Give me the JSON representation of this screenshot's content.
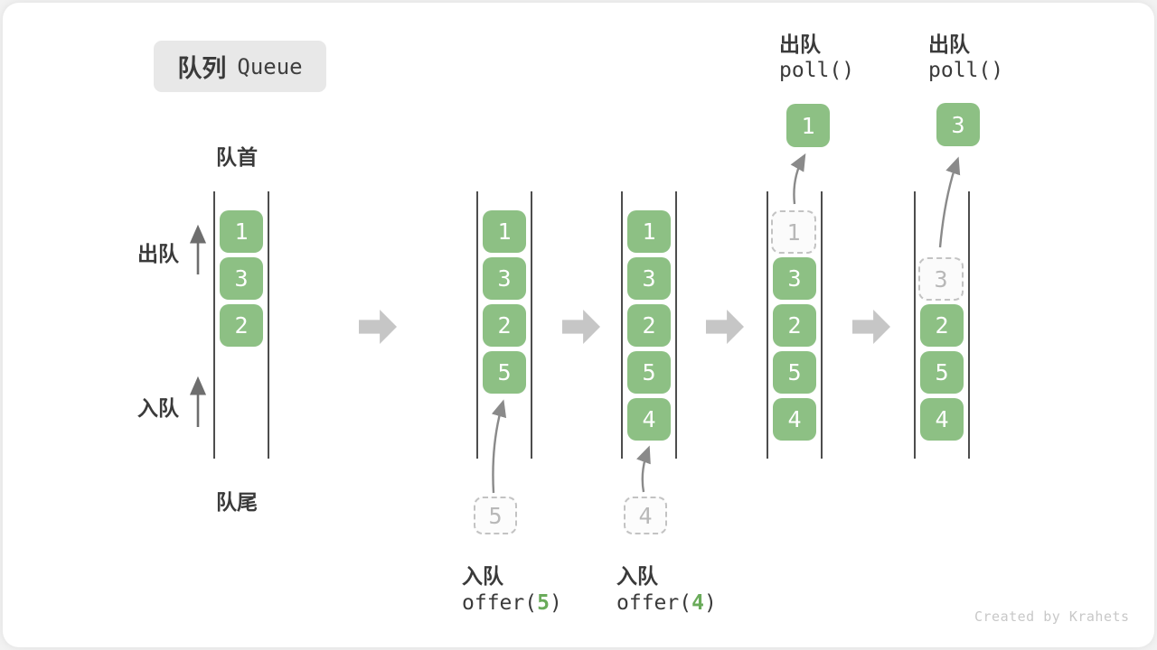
{
  "title": {
    "zh": "队列",
    "en": "Queue"
  },
  "side": {
    "front": "队首",
    "rear": "队尾",
    "dequeue": "出队",
    "enqueue": "入队"
  },
  "ops": {
    "enqueue5": {
      "zh": "入队",
      "code_prefix": "offer(",
      "arg": "5",
      "code_suffix": ")"
    },
    "enqueue4": {
      "zh": "入队",
      "code_prefix": "offer(",
      "arg": "4",
      "code_suffix": ")"
    },
    "poll1": {
      "zh": "出队",
      "code": "poll()"
    },
    "poll2": {
      "zh": "出队",
      "code": "poll()"
    }
  },
  "states": [
    {
      "cells": [
        "1",
        "3",
        "2"
      ]
    },
    {
      "cells": [
        "1",
        "3",
        "2",
        "5"
      ],
      "incoming": "5"
    },
    {
      "cells": [
        "1",
        "3",
        "2",
        "5",
        "4"
      ],
      "incoming": "4"
    },
    {
      "cells": [
        "3",
        "2",
        "5",
        "4"
      ],
      "removed": "1",
      "out": "1"
    },
    {
      "cells": [
        "2",
        "5",
        "4"
      ],
      "removed": "3",
      "out": "3"
    }
  ],
  "watermark": "Created by Krahets",
  "colors": {
    "cell_green": "#8dc084",
    "code_arg_green": "#6aab5a",
    "dashed_gray": "#c3c3c3",
    "block_arrow_gray": "#c6c6c6",
    "text_dark": "#3a3a3a"
  }
}
